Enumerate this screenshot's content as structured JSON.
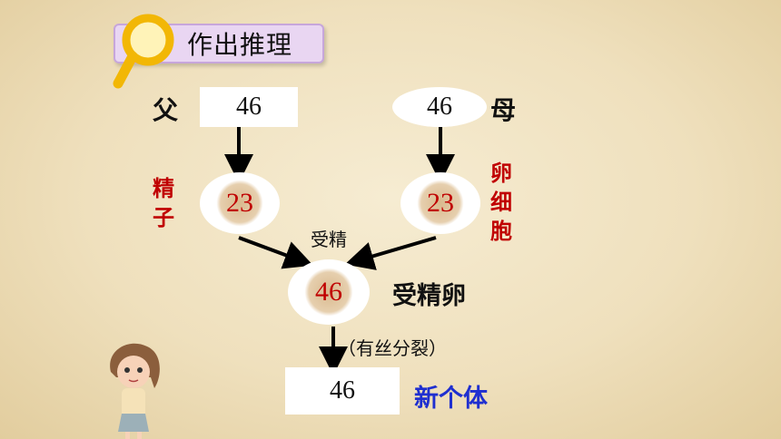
{
  "title": "作出推理",
  "father": {
    "label": "父",
    "value": "46"
  },
  "mother": {
    "label": "母",
    "value": "46"
  },
  "sperm": {
    "label": "精子",
    "value": "23"
  },
  "egg": {
    "label": "卵细胞",
    "value": "23"
  },
  "fertilization_label": "受精",
  "zygote": {
    "label": "受精卵",
    "value": "46"
  },
  "mitosis_label": "（有丝分裂）",
  "individual": {
    "label": "新个体",
    "value": "46"
  },
  "colors": {
    "red": "#c00000",
    "blue": "#1f2fd0",
    "title_bg": "#e9d6f2"
  }
}
